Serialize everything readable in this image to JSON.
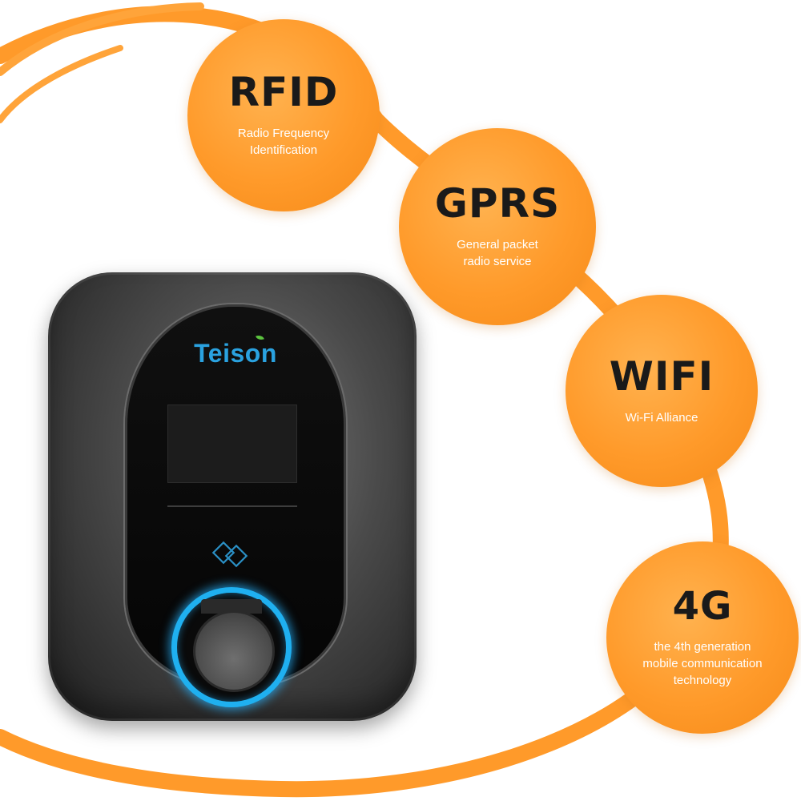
{
  "features": [
    {
      "code": "RFID",
      "description_lines": [
        "Radio Frequency",
        "Identification"
      ]
    },
    {
      "code": "GPRS",
      "description_lines": [
        "General packet",
        "radio service"
      ]
    },
    {
      "code": "WIFI",
      "description_lines": [
        "Wi-Fi Alliance"
      ]
    },
    {
      "code": "4G",
      "description_lines": [
        "the 4th generation",
        "mobile communication",
        "technology"
      ]
    }
  ],
  "device": {
    "brand": "Teison",
    "brand_color": "#2aa2e0",
    "leaf_color": "#5cc43f",
    "ring_glow_color": "#1fb0f0",
    "rfid_icon": "rfid-card-icon"
  },
  "colors": {
    "accent_orange": "#ff9a2a",
    "code_text": "#1a1a1a",
    "description_text": "#ffffff"
  }
}
